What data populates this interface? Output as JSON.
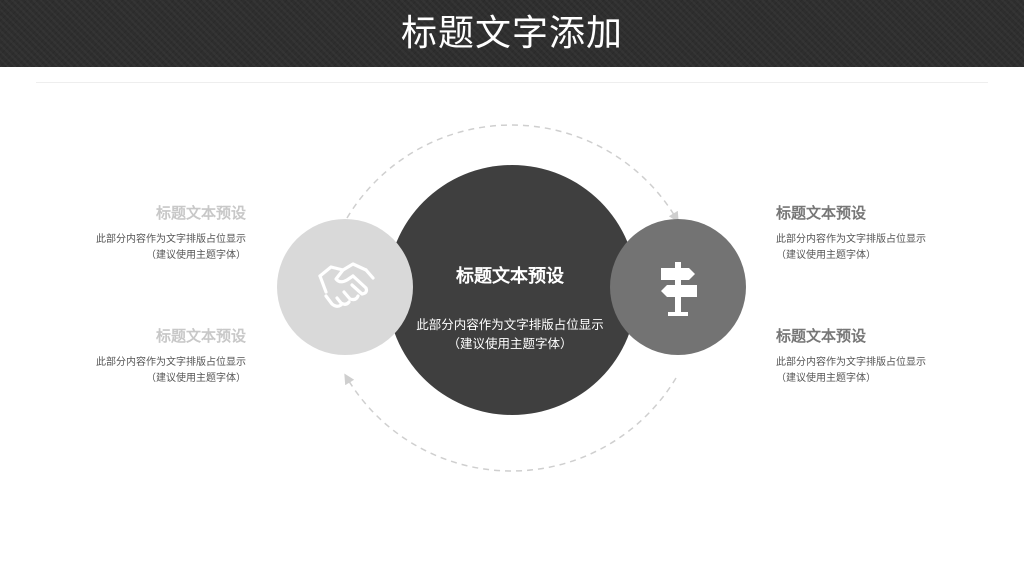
{
  "header": {
    "title": "标题文字添加"
  },
  "center": {
    "title": "标题文本预设",
    "description": "此部分内容作为文字排版占位显示 （建议使用主题字体）"
  },
  "left_items": [
    {
      "title": "标题文本预设",
      "line1": "此部分内容作为文字排版占位显示",
      "line2": "（建议使用主题字体）"
    },
    {
      "title": "标题文本预设",
      "line1": "此部分内容作为文字排版占位显示",
      "line2": "（建议使用主题字体）"
    }
  ],
  "right_items": [
    {
      "title": "标题文本预设",
      "line1": "此部分内容作为文字排版占位显示",
      "line2": "（建议使用主题字体）"
    },
    {
      "title": "标题文本预设",
      "line1": "此部分内容作为文字排版占位显示",
      "line2": "（建议使用主题字体）"
    }
  ],
  "icons": {
    "left": "handshake-icon",
    "right": "signpost-icon"
  },
  "colors": {
    "header_bg": "#2e2e2e",
    "center_circle": "#3f3f3f",
    "left_circle": "#d9d9d9",
    "right_circle": "#737373",
    "dashed_ring": "#cfcfcf"
  }
}
